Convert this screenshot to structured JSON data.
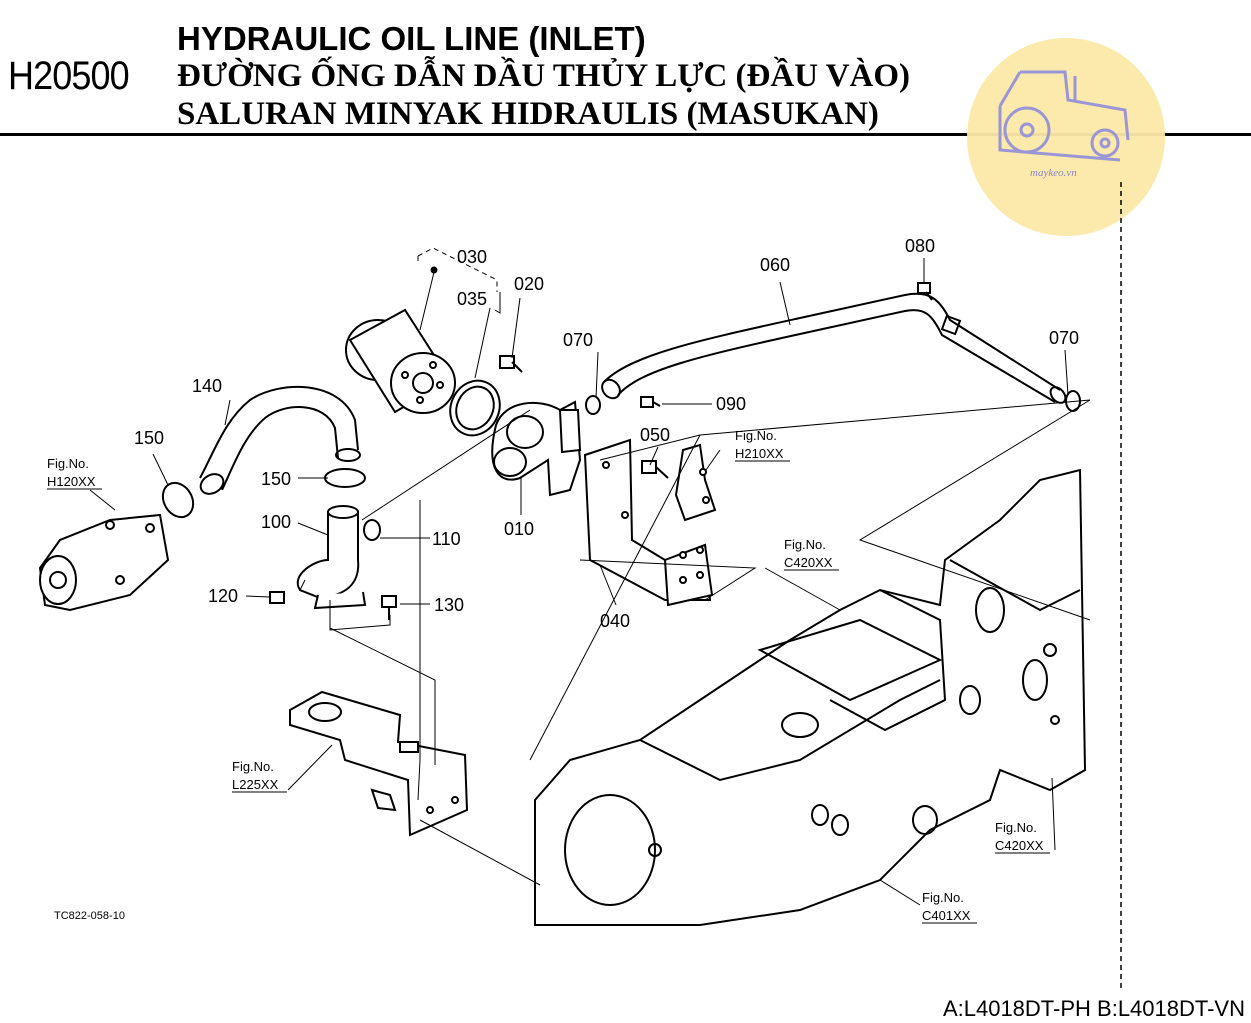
{
  "header": {
    "code": "H20500",
    "title_en": "HYDRAULIC OIL LINE (INLET)",
    "title_vi": "ĐƯỜNG ỐNG DẪN DẦU THỦY LỰC (ĐẦU VÀO)",
    "title_id": "SALURAN MINYAK HIDRAULIS (MASUKAN)"
  },
  "watermark": {
    "text": "maykeo.vn",
    "color": "#fbe9a8"
  },
  "parts": [
    "010",
    "020",
    "030",
    "035",
    "040",
    "050",
    "060",
    "070",
    "070",
    "080",
    "090",
    "100",
    "110",
    "120",
    "130",
    "140",
    "150",
    "150"
  ],
  "fig_refs": [
    "H120XX",
    "H210XX",
    "C420XX",
    "L225XX",
    "C420XX",
    "C401XX"
  ],
  "fig_prefix": "Fig.No.",
  "image_code": "TC822-058-10",
  "models": "A:L4018DT-PH B:L4018DT-VN"
}
